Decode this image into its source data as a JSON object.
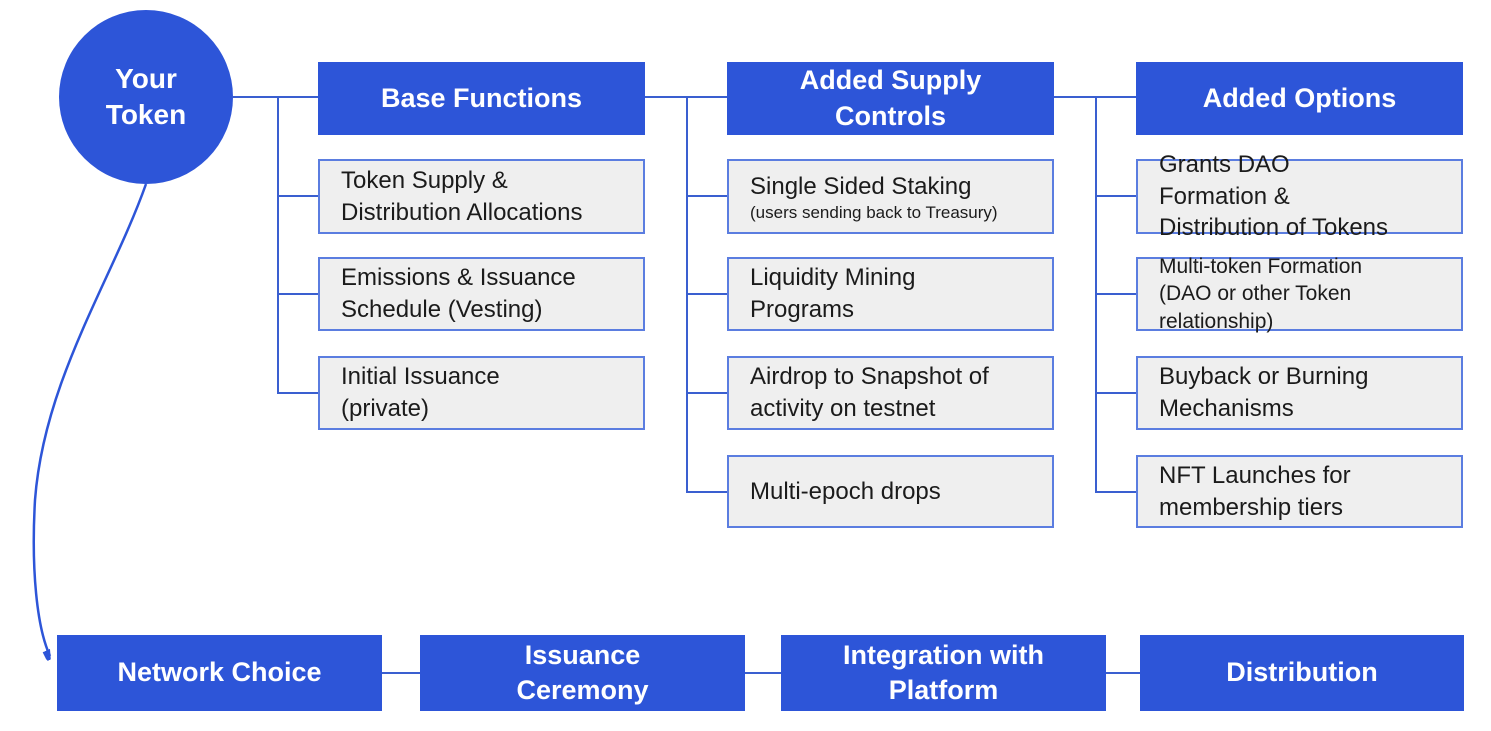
{
  "root": {
    "label": "Your Token"
  },
  "columns": [
    {
      "header": "Base Functions",
      "items": [
        {
          "label": "Token Supply & Distribution Allocations"
        },
        {
          "label": "Emissions & Issuance Schedule (Vesting)"
        },
        {
          "label": "Initial Issuance (private)"
        }
      ]
    },
    {
      "header": "Added Supply Controls",
      "items": [
        {
          "label": "Single Sided Staking",
          "note": "(users sending back to Treasury)"
        },
        {
          "label": "Liquidity Mining Programs"
        },
        {
          "label": "Airdrop to Snapshot of activity on testnet"
        },
        {
          "label": "Multi-epoch drops"
        }
      ]
    },
    {
      "header": "Added Options",
      "items": [
        {
          "label": "Grants DAO Formation & Distribution of Tokens"
        },
        {
          "label": "Multi-token Formation (DAO or other Token relationship)"
        },
        {
          "label": "Buyback or Burning Mechanisms"
        },
        {
          "label": "NFT Launches for membership tiers"
        }
      ]
    }
  ],
  "bottom_row": [
    {
      "label": "Network Choice"
    },
    {
      "label": "Issuance Ceremony"
    },
    {
      "label": "Integration with Platform"
    },
    {
      "label": "Distribution"
    }
  ],
  "colors": {
    "primary_blue": "#2d55d8",
    "item_fill": "#efefef",
    "item_border": "#5b7de0",
    "connector_blue": "#3a5fd0",
    "header_text": "#ffffff",
    "item_text": "#1b1b1b"
  }
}
